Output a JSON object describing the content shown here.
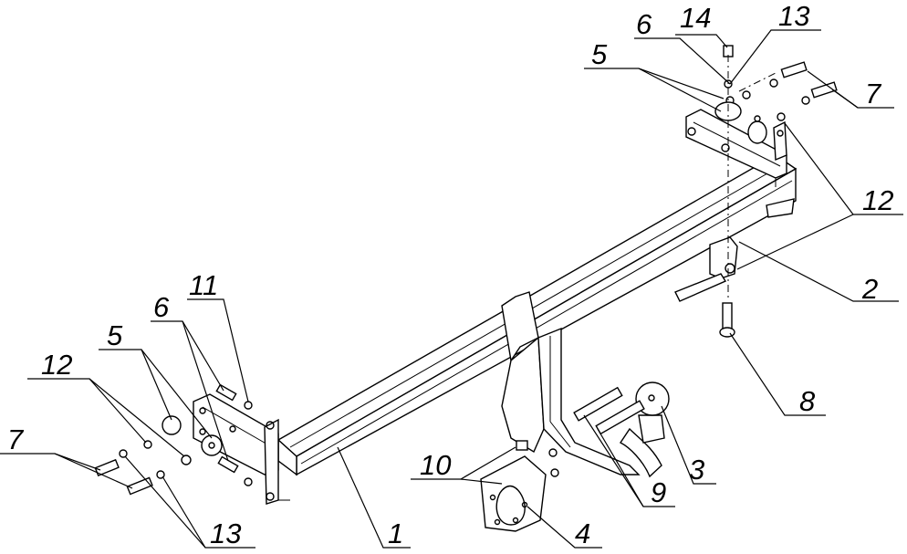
{
  "callouts": {
    "c1": "1",
    "c2": "2",
    "c3": "3",
    "c4": "4",
    "c5_left": "5",
    "c5_right": "5",
    "c6_left": "6",
    "c6_right": "6",
    "c7_left": "7",
    "c7_right": "7",
    "c8": "8",
    "c9": "9",
    "c10": "10",
    "c11": "11",
    "c12_left": "12",
    "c12_right": "12",
    "c13_left": "13",
    "c13_right": "13",
    "c14": "14"
  }
}
